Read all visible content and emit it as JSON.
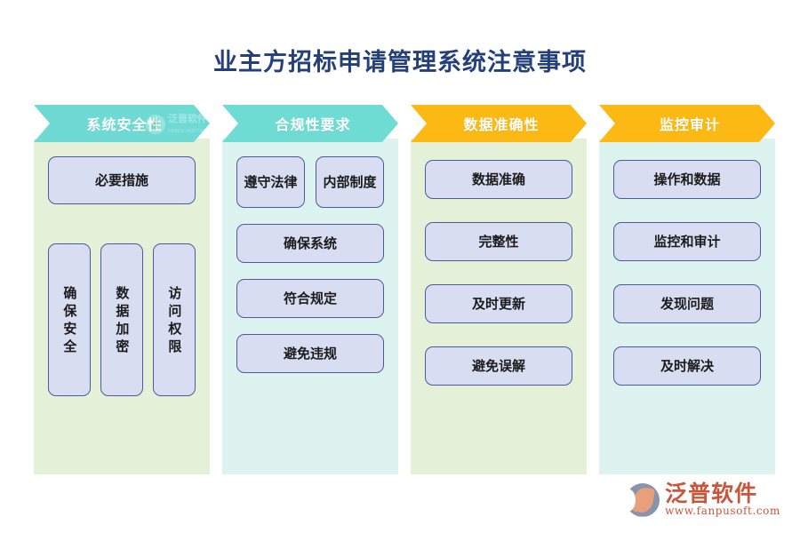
{
  "page": {
    "title": "业主方招标申请管理系统注意事项",
    "title_color": "#24407A",
    "background": "#FFFFFF"
  },
  "columns": [
    {
      "header": "系统安全性",
      "header_color": "#6FDAD4",
      "body_color": "#E4F0D7",
      "top_node": "必要措施",
      "vertical_nodes": [
        "确保安全",
        "数据加密",
        "访问权限"
      ]
    },
    {
      "header": "合规性要求",
      "header_color": "#6FDCD4",
      "body_color": "#DDF3F0",
      "pair_nodes": [
        "遵守法律",
        "内部制度"
      ],
      "nodes": [
        "确保系统",
        "符合规定",
        "避免违规"
      ]
    },
    {
      "header": "数据准确性",
      "header_color": "#FCB813",
      "body_color": "#E4F0D7",
      "nodes": [
        "数据准确",
        "完整性",
        "及时更新",
        "避免误解"
      ]
    },
    {
      "header": "监控审计",
      "header_color": "#FCB813",
      "body_color": "#DDF3F0",
      "nodes": [
        "操作和数据",
        "监控和审计",
        "发现问题",
        "及时解决"
      ]
    }
  ],
  "node_style": {
    "fill": "#D8DDF2",
    "border": "#4A5A9E",
    "text_color": "#1B1B1B"
  },
  "watermark": {
    "name": "泛普软件",
    "sub": "FANPU SOFTWARE"
  },
  "logo": {
    "name": "泛普软件",
    "url": "www.fanpusoft.com",
    "color": "#C9553A"
  }
}
